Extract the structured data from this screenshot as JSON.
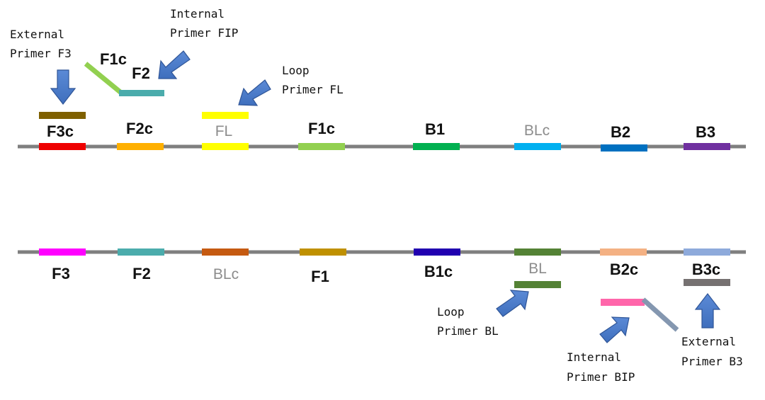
{
  "colors": {
    "strand": "#7f7f7f",
    "arrow": "#4a78c2",
    "arrow_edge": "#2f5597",
    "label": "#111111",
    "label_muted": "#8c8c8c"
  },
  "top_strand": {
    "segments": [
      {
        "label": "F3c",
        "color": "#ee0000",
        "muted": false
      },
      {
        "label": "F2c",
        "color": "#ffb000",
        "muted": false
      },
      {
        "label": "FL",
        "color": "#ffff00",
        "muted": true
      },
      {
        "label": "F1c",
        "color": "#92d050",
        "muted": false
      },
      {
        "label": "B1",
        "color": "#00b050",
        "muted": false
      },
      {
        "label": "BLc",
        "color": "#00b0f0",
        "muted": true
      },
      {
        "label": "B2",
        "color": "#0070c0",
        "muted": false
      },
      {
        "label": "B3",
        "color": "#7030a0",
        "muted": false
      }
    ]
  },
  "bottom_strand": {
    "segments": [
      {
        "label": "F3",
        "color": "#ff00ff",
        "muted": false
      },
      {
        "label": "F2",
        "color": "#4bacac",
        "muted": false
      },
      {
        "label": "BLc",
        "color": "#c55a11",
        "muted": true
      },
      {
        "label": "F1",
        "color": "#bf9000",
        "muted": false
      },
      {
        "label": "B1c",
        "color": "#2000b0",
        "muted": false
      },
      {
        "label": "BL",
        "color": "#548235",
        "muted": true
      },
      {
        "label": "B2c",
        "color": "#f4b183",
        "muted": false
      },
      {
        "label": "B3c",
        "color": "#8eaadb",
        "muted": false
      }
    ]
  },
  "primers": {
    "f3": {
      "bar_color": "#7f6000",
      "annotation": [
        "External",
        "Primer F3"
      ]
    },
    "fip": {
      "f1c_label": "F1c",
      "f2_label": "F2",
      "f1c_color": "#92d050",
      "f2_color": "#4bacac",
      "annotation": [
        "Internal",
        "Primer FIP"
      ]
    },
    "fl": {
      "bar_color": "#ffff00",
      "annotation": [
        "Loop",
        "Primer FL"
      ]
    },
    "bl": {
      "bar_color": "#548235",
      "annotation": [
        "Loop",
        "Primer BL"
      ]
    },
    "bip": {
      "pink_color": "#ff66aa",
      "slate_color": "#8497b0",
      "annotation": [
        "Internal",
        "Primer BIP"
      ]
    },
    "b3": {
      "bar_color": "#767171",
      "annotation": [
        "External",
        "Primer B3"
      ]
    }
  }
}
